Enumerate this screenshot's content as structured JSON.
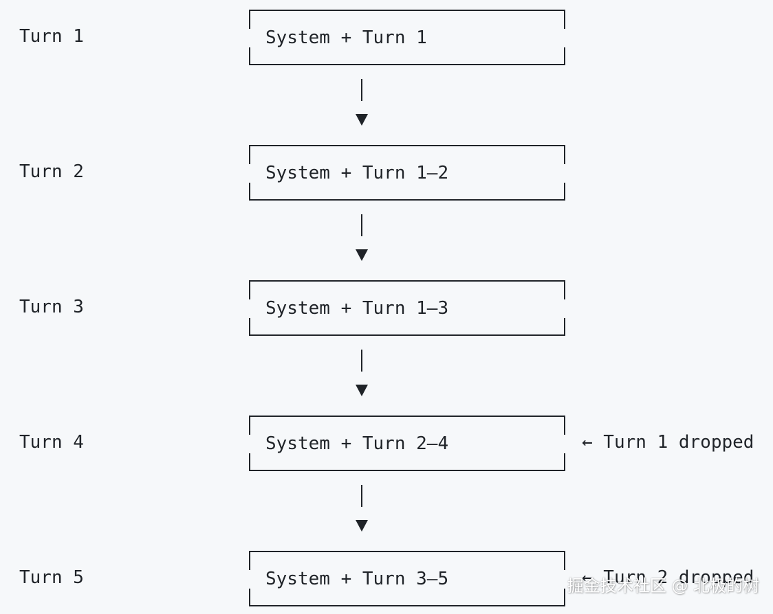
{
  "turns": [
    {
      "label": "Turn 1",
      "context": "System + Turn 1",
      "note": ""
    },
    {
      "label": "Turn 2",
      "context": "System + Turn 1–2",
      "note": ""
    },
    {
      "label": "Turn 3",
      "context": "System + Turn 1–3",
      "note": ""
    },
    {
      "label": "Turn 4",
      "context": "System + Turn 2–4",
      "note": "← Turn 1 dropped"
    },
    {
      "label": "Turn 5",
      "context": "System + Turn 3–5",
      "note": "← Turn 2 dropped"
    }
  ],
  "watermark": "掘金技术社区 @ 北极的树",
  "colors": {
    "background": "#f6f8fa",
    "ink": "#1f2328"
  }
}
